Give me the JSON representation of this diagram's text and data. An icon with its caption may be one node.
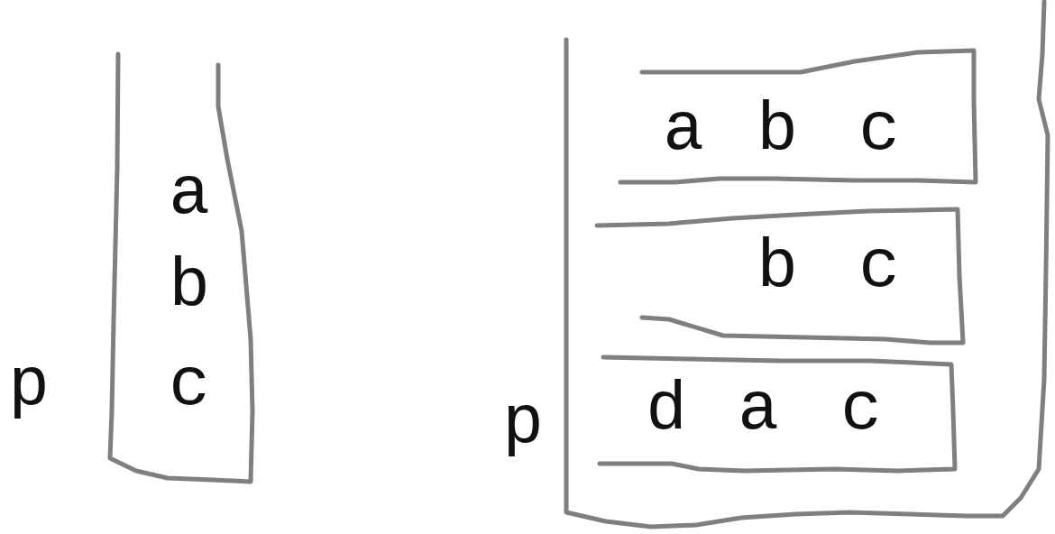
{
  "diagram": {
    "nodes": [
      {
        "text": [
          "a",
          "b",
          "c"
        ],
        "beside": [
          "p"
        ]
      },
      {
        "text": [],
        "shape": "box",
        "beside": [
          "p"
        ]
      },
      {
        "text": [
          "a",
          "b",
          "c"
        ],
        "in": 1
      },
      {
        "text": [
          "b",
          "c"
        ],
        "in": 1
      },
      {
        "text": [
          "d",
          "a",
          "c"
        ],
        "in": 1
      }
    ]
  }
}
